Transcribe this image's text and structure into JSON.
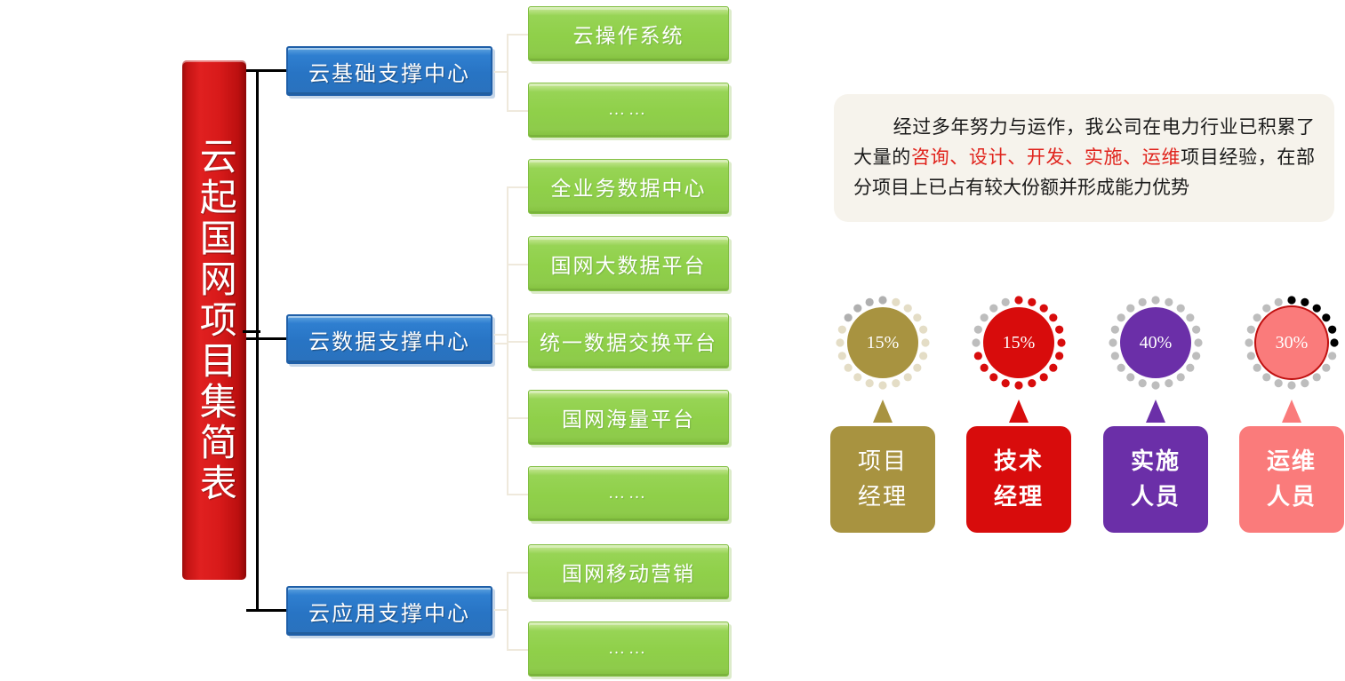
{
  "title_bar": {
    "text": "云起国网项目集简表",
    "color": "#d81a1a"
  },
  "org_chart": {
    "centers": [
      {
        "label": "云基础支撑中心"
      },
      {
        "label": "云数据支撑中心"
      },
      {
        "label": "云应用支撑中心"
      }
    ],
    "items": [
      {
        "label": "云操作系统"
      },
      {
        "label": "……"
      },
      {
        "label": "全业务数据中心"
      },
      {
        "label": "国网大数据平台"
      },
      {
        "label": "统一数据交换平台"
      },
      {
        "label": "国网海量平台"
      },
      {
        "label": "……"
      },
      {
        "label": "国网移动营销"
      },
      {
        "label": "……"
      }
    ],
    "box_colors": {
      "center": "#2874c4",
      "item": "#8fd049"
    }
  },
  "summary": {
    "lead": "经过多年努力与运作，我公司在电力行业已积累了大量的",
    "highlights": "咨询、设计、开发、实施、运维",
    "tail": "项目经验，在部分项目上已占有较大份额并形成能力优势",
    "highlight_color": "#e0231c",
    "background": "#f6f3ec"
  },
  "chart_data": {
    "type": "pie",
    "title": "",
    "categories": [
      "项目经理",
      "技术经理",
      "实施人员",
      "运维人员"
    ],
    "values": [
      15,
      15,
      40,
      30
    ],
    "value_labels": [
      "15%",
      "15%",
      "40%",
      "30%"
    ],
    "colors": [
      "#a89340",
      "#d80c0c",
      "#6b2fa8",
      "#fa7b7b"
    ],
    "legend": "below-each",
    "unit": "%"
  },
  "roles": [
    {
      "percent": "15%",
      "name_line1": "项目",
      "name_line2": "经理",
      "color": "#a89340",
      "ring_active_color": "#b0b0b0",
      "ring_inactive_color": "#e4ddc6",
      "ring_active_dots": 3,
      "font_style": "serif"
    },
    {
      "percent": "15%",
      "name_line1": "技术",
      "name_line2": "经理",
      "color": "#d80c0c",
      "ring_active_color": "#bdbdbd",
      "ring_inactive_color": "#d80c0c",
      "ring_active_dots": 4,
      "font_style": "bold"
    },
    {
      "percent": "40%",
      "name_line1": "实施",
      "name_line2": "人员",
      "color": "#6b2fa8",
      "ring_active_color": "#bdbdbd",
      "ring_inactive_color": "#bdbdbd",
      "ring_active_dots": 0,
      "font_style": "bold"
    },
    {
      "percent": "30%",
      "name_line1": "运维",
      "name_line2": "人员",
      "color": "#fa7b7b",
      "ring_active_color": "#000000",
      "ring_inactive_color": "#bdbdbd",
      "ring_active_dots": 6,
      "font_style": "bold"
    }
  ]
}
